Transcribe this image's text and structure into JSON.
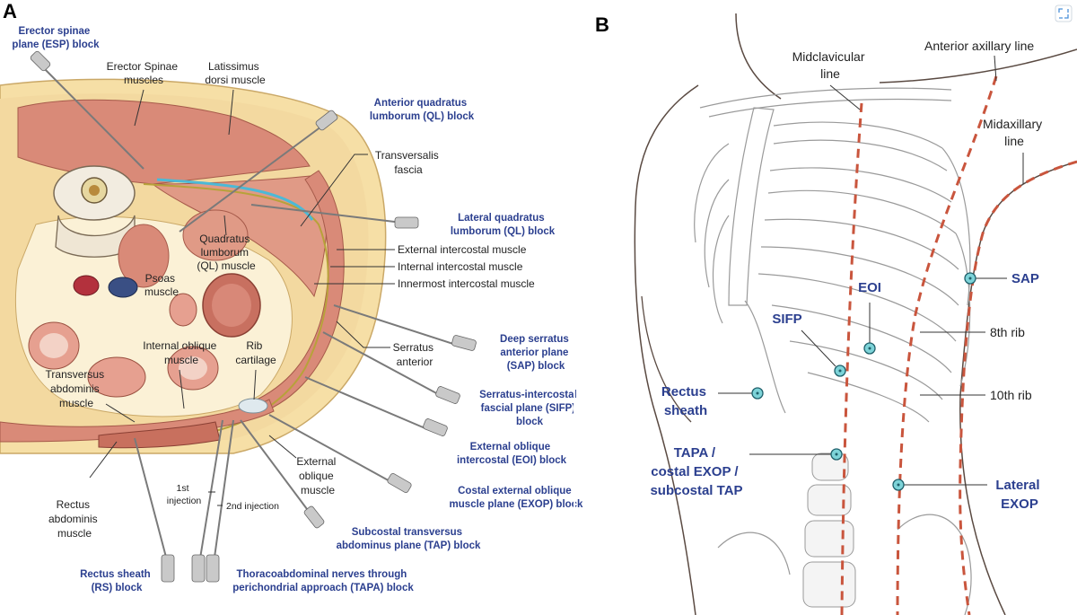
{
  "panel_a": {
    "letter": "A",
    "blocks": {
      "esp": [
        "Erector spinae",
        "plane (ESP) block"
      ],
      "aql": [
        "Anterior quadratus",
        "lumborum (QL) block"
      ],
      "lql": [
        "Lateral quadratus",
        "lumborum (QL) block"
      ],
      "dsap": [
        "Deep serratus",
        "anterior plane",
        "(SAP) block"
      ],
      "sifp": [
        "Serratus-intercostal",
        "fascial plane (SIFP)",
        "block"
      ],
      "eoi": [
        "External oblique",
        "intercostal (EOI) block"
      ],
      "exop": [
        "Costal external oblique",
        "muscle plane (EXOP) block"
      ],
      "tap": [
        "Subcostal transversus",
        "abdominus plane (TAP) block"
      ],
      "tapa": [
        "Thoracoabdominal nerves through",
        "perichondrial approach (TAPA) block"
      ],
      "rs": [
        "Rectus sheath",
        "(RS) block"
      ]
    },
    "anatomy": {
      "erector": [
        "Erector Spinae",
        "muscles"
      ],
      "latissimus": [
        "Latissimus",
        "dorsi muscle"
      ],
      "transversalis": [
        "Transversalis",
        "fascia"
      ],
      "ql": [
        "Quadratus",
        "lumborum",
        "(QL) muscle"
      ],
      "psoas": [
        "Psoas",
        "muscle"
      ],
      "ext_ic": "External intercostal muscle",
      "int_ic": "Internal intercostal muscle",
      "inn_ic": "Innermost intercostal muscle",
      "serratus": [
        "Serratus",
        "anterior"
      ],
      "int_oblique": [
        "Internal oblique",
        "muscle"
      ],
      "rib_cart": [
        "Rib",
        "cartilage"
      ],
      "transversus": [
        "Transversus",
        "abdominis",
        "muscle"
      ],
      "ext_oblique": [
        "External",
        "oblique",
        "muscle"
      ],
      "rectus": [
        "Rectus",
        "abdominis",
        "muscle"
      ],
      "inj1": [
        "1st",
        "injection"
      ],
      "inj2": "2nd injection"
    }
  },
  "panel_b": {
    "letter": "B",
    "lines": {
      "midclavicular": [
        "Midclavicular",
        "line"
      ],
      "anterior_axillary": "Anterior axillary line",
      "midaxillary": [
        "Midaxillary",
        "line"
      ]
    },
    "ribs": {
      "r8": "8th rib",
      "r10": "10th rib"
    },
    "points": {
      "sap": "SAP",
      "eoi": "EOI",
      "sifp": "SIFP",
      "rectus": [
        "Rectus",
        "sheath"
      ],
      "tapa": [
        "TAPA /",
        "costal EXOP /",
        "subcostal TAP"
      ],
      "lateral_exop": [
        "Lateral",
        "EXOP"
      ]
    }
  },
  "colors": {
    "block_label": "#2b3f8f",
    "muscle": "#d98a78",
    "fat": "#f5e6b8",
    "reference_line": "#c9553d",
    "injection_point": "#7dd3d8"
  },
  "corner_icon": "expand-icon"
}
